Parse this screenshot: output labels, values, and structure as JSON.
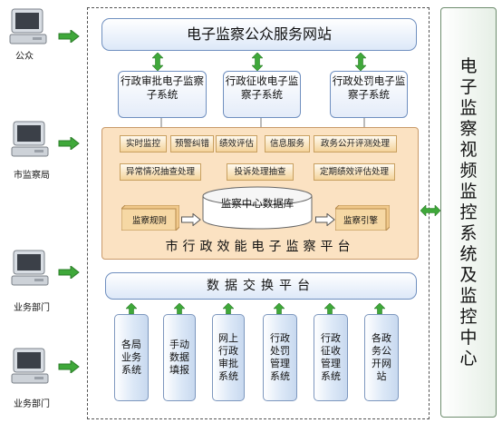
{
  "users": [
    {
      "label": "公众"
    },
    {
      "label": "市监察局"
    },
    {
      "label": "业务部门"
    },
    {
      "label": "业务部门"
    }
  ],
  "top_portal": "电子监察公众服务网站",
  "subsystems": [
    "行政审批电子监察子系统",
    "行政征收电子监察子系统",
    "行政处罚电子监察子系统"
  ],
  "platform": {
    "title": "市行政效能电子监察平台",
    "functions_row1": [
      "实时监控",
      "预警纠错",
      "绩效评估",
      "信息服务",
      "政务公开评测处理"
    ],
    "functions_row2": [
      "异常情况抽查处理",
      "投诉处理抽查",
      "定期绩效评估处理"
    ],
    "rules": "监察规则",
    "database": "监察中心数据库",
    "engine": "监察引擎"
  },
  "exchange": "数据交换平台",
  "sources": [
    "各局业务系统",
    "手动数据填报",
    "网上行政审批系统",
    "行政处罚管理系统",
    "行政征收管理系统",
    "各政务公开网站"
  ],
  "right_panel": "电子监察视频监控系统及监控中心",
  "colors": {
    "green_arrow": "#3fa83a",
    "platform_bg": "#fbe2c2",
    "box_border": "#6f8fbf"
  }
}
